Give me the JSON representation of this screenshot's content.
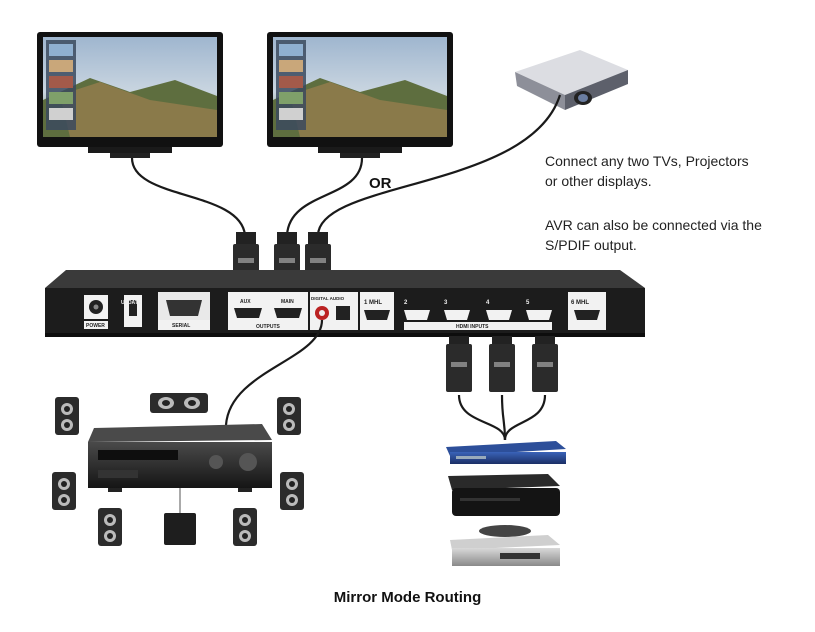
{
  "caption": "Mirror Mode Routing",
  "or_label": "OR",
  "description": {
    "line1": "Connect any two TVs, Projectors",
    "line2": "or other displays.",
    "line3": "AVR can also be connected via the",
    "line4": "S/PDIF output."
  },
  "switch_panel": {
    "power_label": "POWER",
    "usb_label": "UPDATE",
    "serial_label": "SERIAL",
    "aux_label": "AUX",
    "main_label": "MAIN",
    "outputs_label": "OUTPUTS",
    "digital_audio_label": "DIGITAL AUDIO",
    "input_labels": [
      "1 MHL",
      "2",
      "3",
      "4",
      "5",
      "6 MHL"
    ],
    "hdmi_inputs_label": "HDMI INPUTS"
  },
  "colors": {
    "cable": "#1a1a1a",
    "device_body": "#2a2a2a",
    "panel_face": "#1c1c1c",
    "label_strip": "#f2f2f2"
  }
}
